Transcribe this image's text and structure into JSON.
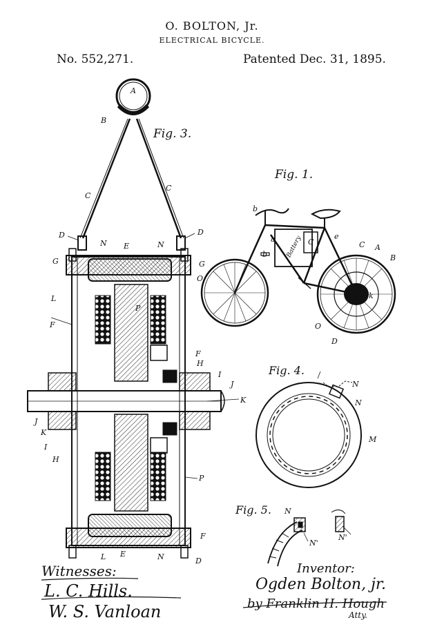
{
  "header": {
    "inventor": "O. BOLTON, Jr.",
    "title": "ELECTRICAL BICYCLE.",
    "patent_no": "No. 552,271.",
    "patent_date": "Patented Dec. 31, 1895."
  },
  "figures": {
    "fig1": "Fig. 1.",
    "fig3": "Fig. 3.",
    "fig4": "Fig. 4.",
    "fig5": "Fig. 5."
  },
  "fig3_labels": [
    "A",
    "B",
    "C",
    "C",
    "D",
    "D",
    "N",
    "E",
    "N",
    "G",
    "G",
    "O",
    "L",
    "P",
    "F",
    "F",
    "H",
    "I",
    "J",
    "K",
    "J",
    "K",
    "I",
    "H",
    "P",
    "F",
    "L",
    "E",
    "N",
    "D"
  ],
  "fig1_labels": [
    "b",
    "a",
    "C",
    "e",
    "C",
    "A",
    "B",
    "k",
    "b",
    "O",
    "D",
    "Battery"
  ],
  "fig4_labels": [
    "N",
    "N",
    "M"
  ],
  "fig5_labels": [
    "N",
    "N'",
    "N'"
  ],
  "signatures": {
    "witnesses_label": "Witnesses:",
    "witness_1": "L. C. Hills.",
    "witness_2": "W. S. Vanloan",
    "inventor_label": "Inventor:",
    "inventor_name": "Ogden Bolton, jr.",
    "attorney": "by Franklin H. Hough",
    "attorney_abbrev": "Atty."
  }
}
